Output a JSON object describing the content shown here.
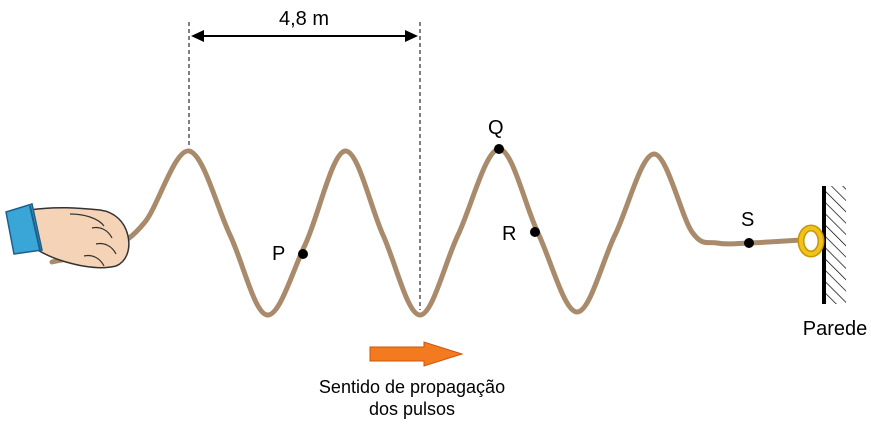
{
  "dimension_label": "4,8 m",
  "points": {
    "p": "P",
    "q": "Q",
    "r": "R",
    "s": "S"
  },
  "wall_label": "Parede",
  "direction": {
    "line1": "Sentido de propagação",
    "line2": "dos pulsos"
  },
  "colors": {
    "rope": "#a98b6c",
    "arrow": "#f47a20",
    "ring": "#e3b000",
    "cuff": "#3aa6d8",
    "skin": "#f5d3b6"
  }
}
